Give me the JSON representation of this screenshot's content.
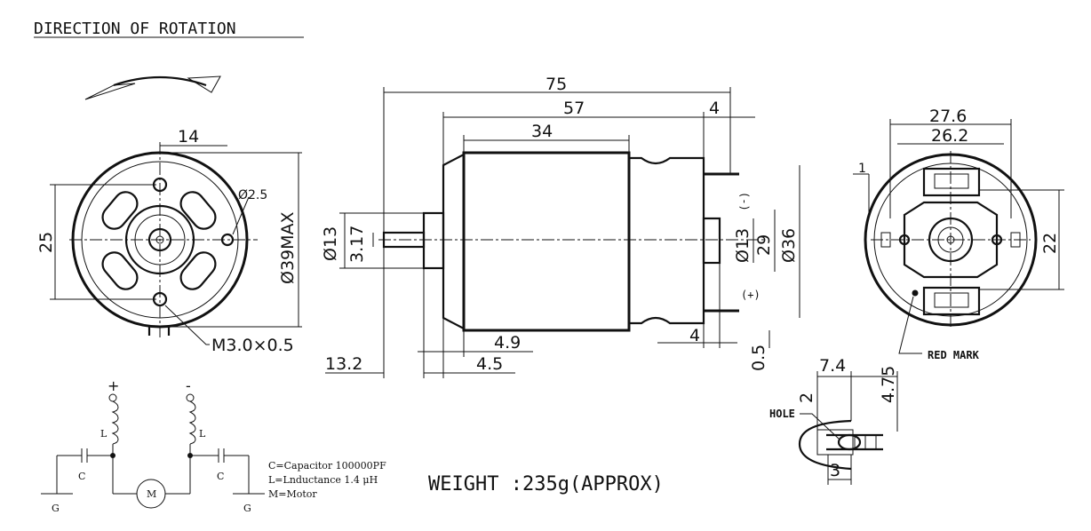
{
  "title": "DIRECTION OF ROTATION",
  "weight": "WEIGHT :235g(APPROX)",
  "front_view": {
    "dim_width": "14",
    "dim_height": "25",
    "dim_diameter": "Ø39MAX",
    "dim_hole": "Ø2.5",
    "dim_screw": "M3.0×0.5"
  },
  "side_view": {
    "dim_overall": "75",
    "dim_body": "57",
    "dim_can": "34",
    "dim_tail": "4",
    "dim_shaft_ext": "13.2",
    "dim_boss_a": "4.9",
    "dim_boss_b": "4.5",
    "dim_term": "4",
    "dim_shaft_d": "3.17",
    "dim_boss_d": "Ø13",
    "dim_rear_boss": "Ø13",
    "dim_29": "29",
    "dim_36": "Ø36",
    "dim_05": "0.5",
    "term_neg": "(-)",
    "term_pos": "(+)"
  },
  "rear_view": {
    "dim_outer": "27.6",
    "dim_inner": "26.2",
    "dim_1": "1",
    "dim_22": "22",
    "red_mark": "RED MARK"
  },
  "terminal_detail": {
    "dim_74": "7.4",
    "dim_475": "4.75",
    "dim_2": "2",
    "dim_3": "3",
    "hole": "HOLE"
  },
  "circuit": {
    "plus": "+",
    "minus": "-",
    "inductor_label": "L",
    "capacitor_label": "C",
    "ground_label": "G",
    "motor_label": "M",
    "legend": [
      "C=Capacitor 100000PF",
      "L=Lnductance 1.4 μH",
      "M=Motor"
    ]
  }
}
